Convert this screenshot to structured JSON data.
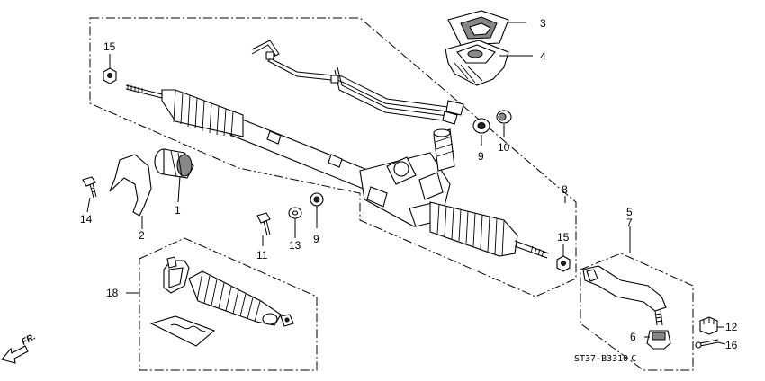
{
  "diagram_code": "ST37-B3310",
  "diagram_code_suffix": "C",
  "front_label": "FR.",
  "callouts": {
    "p1": "1",
    "p2": "2",
    "p3": "3",
    "p4": "4",
    "p5": "5",
    "p6": "6",
    "p7": "7",
    "p8": "8",
    "p9a": "9",
    "p9b": "9",
    "p10": "10",
    "p11": "11",
    "p12": "12",
    "p13": "13",
    "p14": "14",
    "p15a": "15",
    "p15b": "15",
    "p16": "16",
    "p18": "18"
  }
}
